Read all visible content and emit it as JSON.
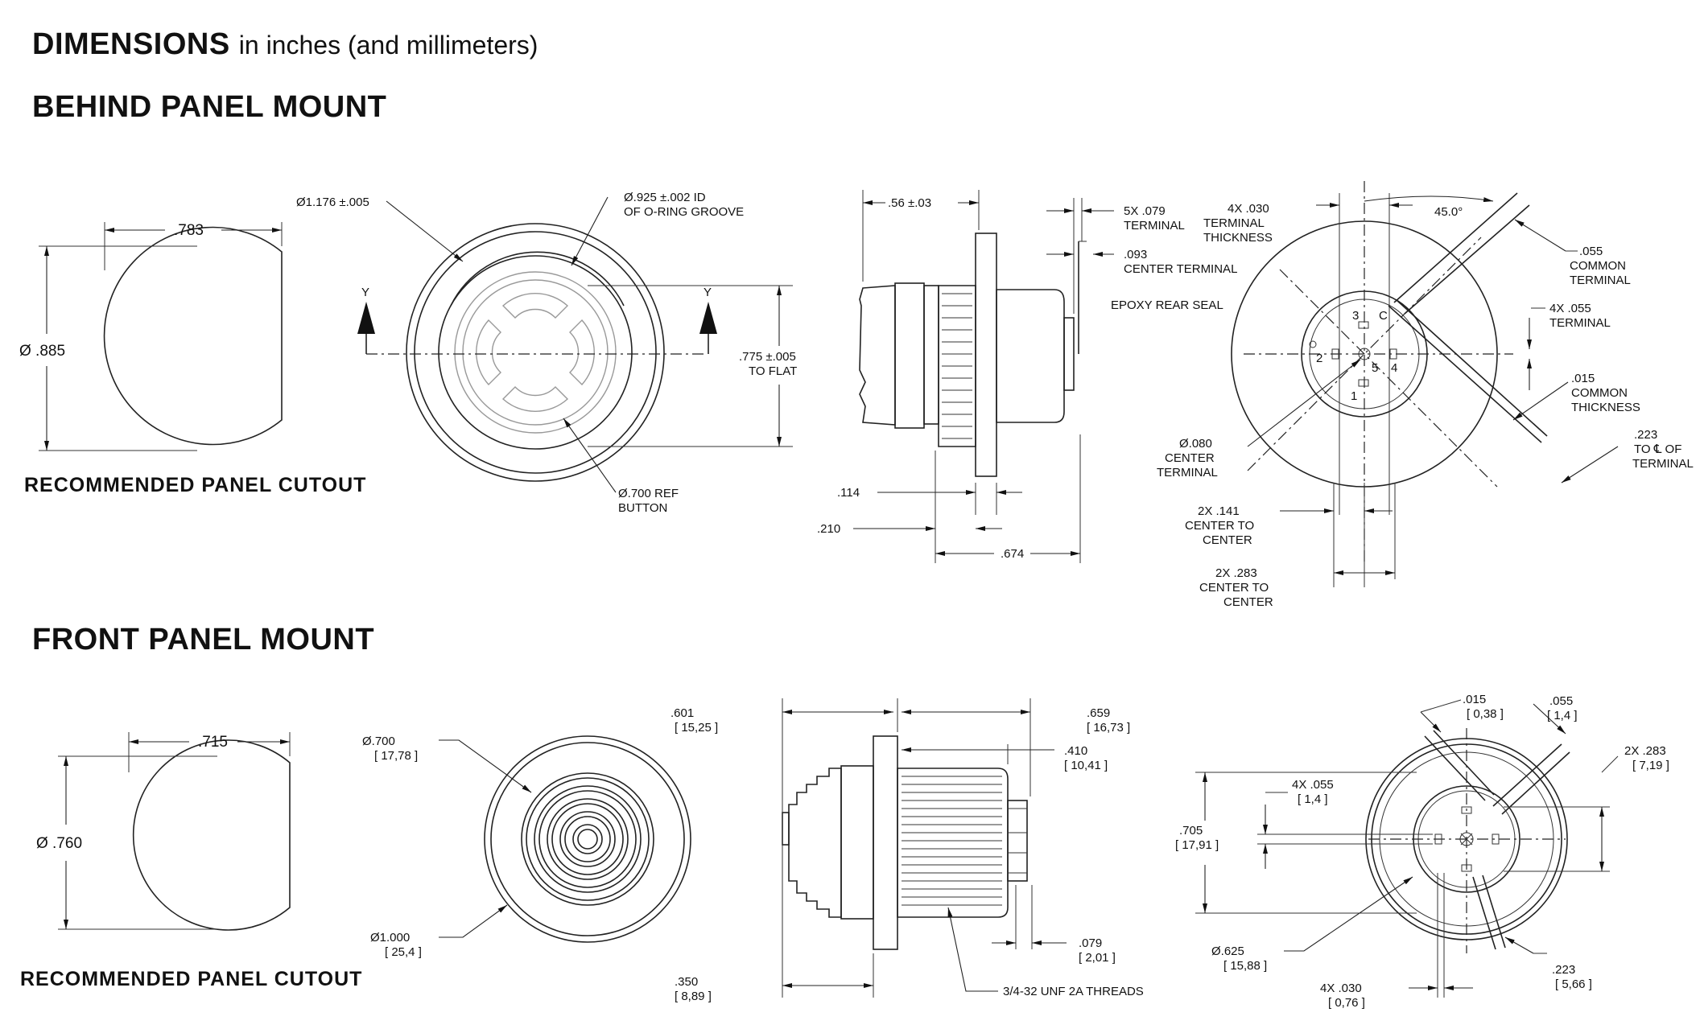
{
  "headings": {
    "dimensions": "DIMENSIONS",
    "units": "in inches (and millimeters)",
    "behind": "BEHIND PANEL MOUNT",
    "front": "FRONT PANEL MOUNT",
    "cutout_top": "RECOMMENDED PANEL CUTOUT",
    "cutout_bottom": "RECOMMENDED PANEL CUTOUT"
  },
  "behind_panel": {
    "cutout_width": ".783",
    "cutout_dia": "Ø .885",
    "dia_outer": "Ø1.176   ±.005",
    "oring_line1": "Ø.925    ±.002 ID",
    "oring_line2": "OF O-RING GROOVE",
    "section_left": "Y",
    "section_right": "Y",
    "flat_line1": ".775    ±.005",
    "flat_line2": "TO FLAT",
    "button_line1": "Ø.700    REF",
    "button_line2": "BUTTON",
    "dim_056": ".56   ±.03",
    "terminal5x_line1": "5X .079",
    "terminal5x_line2": "TERMINAL",
    "center_term_line1": ".093",
    "center_term_line2": "CENTER TERMINAL",
    "epoxy": "EPOXY REAR SEAL",
    "dim_114": ".114",
    "dim_210": ".210",
    "dim_674": ".674",
    "term_thick_line1": "4X .030",
    "term_thick_line2": "TERMINAL",
    "term_thick_line3": "THICKNESS",
    "angle": "45.0°",
    "common_term_line1": ".055",
    "common_term_line2": "COMMON",
    "common_term_line3": "TERMINAL",
    "term4x_line1": "4X .055",
    "term4x_line2": "TERMINAL",
    "common_thick_line1": ".015",
    "common_thick_line2": "COMMON",
    "common_thick_line3": "THICKNESS",
    "cl_line1": ".223",
    "cl_line2": "TO   ℄  OF",
    "cl_line3": "TERMINAL",
    "center_dia_line1": "Ø.080",
    "center_dia_line2": "CENTER",
    "center_dia_line3": "TERMINAL",
    "cc141_line1": "2X .141",
    "cc141_line2": "CENTER TO",
    "cc141_line3": "CENTER",
    "cc283_line1": "2X   .283",
    "cc283_line2": "CENTER TO",
    "cc283_line3": "CENTER",
    "pins": {
      "p1": "1",
      "p2": "2",
      "p3": "3",
      "p4": "4",
      "p5": "5",
      "pc": "C"
    }
  },
  "front_panel": {
    "cutout_width": ".715",
    "cutout_dia": "Ø .760",
    "dia700_line1": "Ø.700",
    "dia700_line2": "[ 17,78   ]",
    "dia1000_line1": "Ø1.000",
    "dia1000_line2": "[ 25,4   ]",
    "d601_line1": ".601",
    "d601_line2": "[ 15,25    ]",
    "d659_line1": ".659",
    "d659_line2": "[ 16,73    ]",
    "d410_line1": ".410",
    "d410_line2": "[ 10,41    ]",
    "d079_line1": ".079",
    "d079_line2": "[ 2,01    ]",
    "d350_line1": ".350",
    "d350_line2": "[ 8,89    ]",
    "threads": "3/4-32 UNF 2A THREADS",
    "d015_line1": ".015",
    "d015_line2": "[ 0,38   ]",
    "d055_line1": ".055",
    "d055_line2": "[ 1,4   ]",
    "d283_line1": "2X .283",
    "d283_line2": "[ 7,19    ]",
    "d055x4_line1": "4X .055",
    "d055x4_line2": "[ 1,4   ]",
    "d705_line1": ".705",
    "d705_line2": "[ 17,91    ]",
    "dia625_line1": "Ø.625",
    "dia625_line2": "[ 15,88    ]",
    "d030_line1": "4X .030",
    "d030_line2": "[ 0,76   ]",
    "d223_line1": ".223",
    "d223_line2": "[ 5,66    ]"
  }
}
